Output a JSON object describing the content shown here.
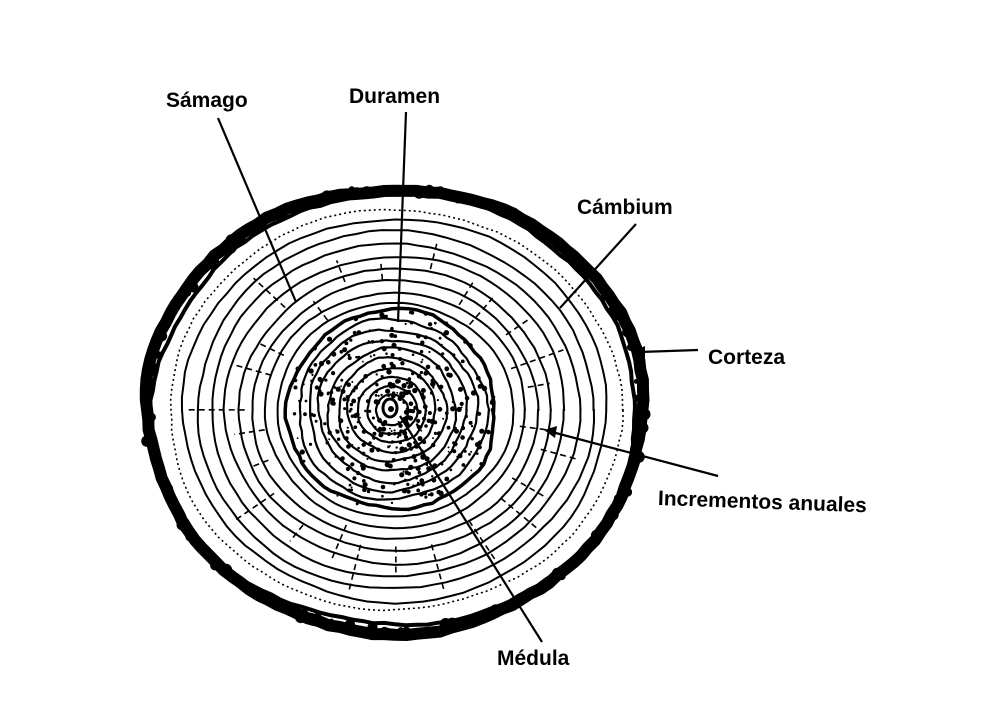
{
  "diagram": {
    "labels": {
      "samago": "Sámago",
      "duramen": "Duramen",
      "cambium": "Cámbium",
      "corteza": "Corteza",
      "incrementos": "Incrementos anuales",
      "medula": "Médula"
    },
    "colors": {
      "ink": "#000000",
      "background": "#ffffff"
    }
  }
}
